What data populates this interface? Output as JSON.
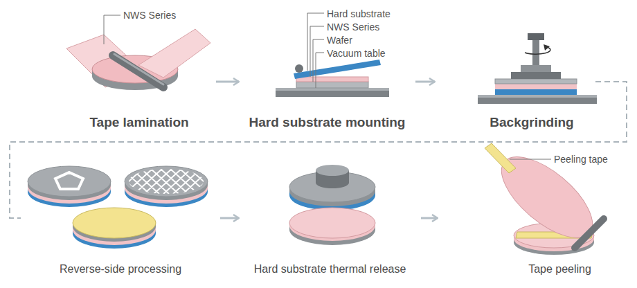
{
  "diagram": {
    "nodes": [
      {
        "text": [
          "Tape lamination"
        ]
      },
      {
        "text": [
          "Hard substrate mounting"
        ]
      },
      {
        "text": [
          "Backgrinding"
        ]
      },
      {
        "text": [
          "Reverse-side processing"
        ]
      },
      {
        "text": [
          "Hard substrate thermal release"
        ]
      },
      {
        "text": [
          "Tape peeling"
        ]
      }
    ],
    "edges": [
      {
        "from": 0,
        "to": 1,
        "arrow": "to"
      },
      {
        "from": 1,
        "to": 2,
        "arrow": "to"
      },
      {
        "from": 2,
        "to": 3,
        "arrow": "none"
      },
      {
        "from": 3,
        "to": 4,
        "arrow": "to"
      },
      {
        "from": 4,
        "to": 5,
        "arrow": "to"
      }
    ],
    "labels": [
      "NWS Series",
      "Hard substrate",
      "NWS Series",
      "Wafer",
      "Vacuum table",
      "Peeling tape"
    ]
  }
}
